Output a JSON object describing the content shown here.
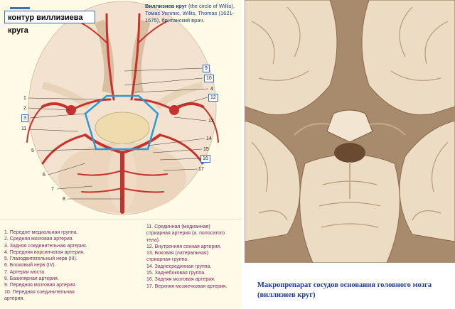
{
  "left": {
    "title": "контур виллизиева круга",
    "desc_bold": "Виллизиев круг",
    "desc_rest": " (the circle of Willis), Томас Уиллис, Willis, Thomas (1621-1675), британский врач.",
    "labels": [
      "1",
      "2",
      "3",
      "4",
      "5",
      "6",
      "7",
      "8",
      "9",
      "10",
      "11",
      "12",
      "13",
      "14",
      "15",
      "16",
      "17"
    ],
    "legend_col1": [
      "1. Передне-медиальная группа.",
      "2. Средняя мозговая артерия.",
      "3. Задняя соединительная артерия.",
      "4. Передняя ворсинчатая артерия.",
      "5. Глазодвигательный нерв (III).",
      "6. Блоковый нерв (IV).",
      "7. Артерии моста.",
      "8. Базилярная артерия.",
      "9. Передняя мозговая артерия.",
      "10. Передняя соединительная",
      "артерия."
    ],
    "legend_col2": [
      "11. Срединная (медианная)",
      "стриарная артерия (а. полосатого",
      "тела).",
      "12. Внутренняя сонная артерия.",
      "13. Боковая (латеральная)",
      "стриарная группа.",
      "14. Заднесрединная группа.",
      "15. Заднебоковая группа.",
      "16. Задняя мозговая артерия.",
      "17. Верхняя мозжечковая артерия."
    ]
  },
  "right": {
    "caption": "Макропрепарат сосудов основания головного мозга (виллизиев круг)"
  },
  "colors": {
    "accent_blue": "#3a6fb5",
    "artery_red": "#c8322d",
    "legend_text": "#7b1f63",
    "caption_blue": "#1a3a9a"
  }
}
